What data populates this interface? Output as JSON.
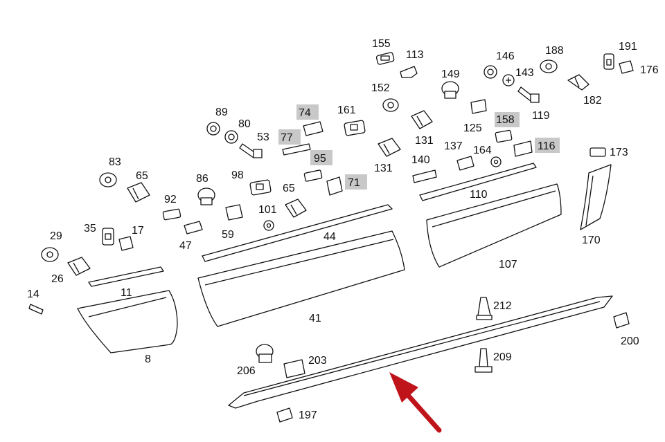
{
  "labels": {
    "l155": "155",
    "l113": "113",
    "l146": "146",
    "l188": "188",
    "l191": "191",
    "l176": "176",
    "l149": "149",
    "l143": "143",
    "l152": "152",
    "l182": "182",
    "l119": "119",
    "l89": "89",
    "l80": "80",
    "l53": "53",
    "l74": "74",
    "l77": "77",
    "l161": "161",
    "l158": "158",
    "l125": "125",
    "l131a": "131",
    "l131b": "131",
    "l95": "95",
    "l137": "137",
    "l164": "164",
    "l116": "116",
    "l173": "173",
    "l83": "83",
    "l65a": "65",
    "l98": "98",
    "l86": "86",
    "l71": "71",
    "l140": "140",
    "l92": "92",
    "l65b": "65",
    "l110": "110",
    "l101": "101",
    "l35": "35",
    "l17": "17",
    "l47": "47",
    "l59": "59",
    "l29": "29",
    "l44": "44",
    "l170": "170",
    "l26": "26",
    "l107": "107",
    "l11": "11",
    "l14": "14",
    "l212": "212",
    "l41": "41",
    "l200": "200",
    "l8": "8",
    "l209": "209",
    "l203": "203",
    "l206": "206",
    "l197": "197"
  },
  "highlighted": [
    "74",
    "77",
    "95",
    "71",
    "158",
    "116"
  ],
  "colors": {
    "highlight": "#c8c8c8",
    "arrow": "#c0141b",
    "line": "#111111"
  },
  "pointer": {
    "icon": "red-arrow-icon"
  }
}
